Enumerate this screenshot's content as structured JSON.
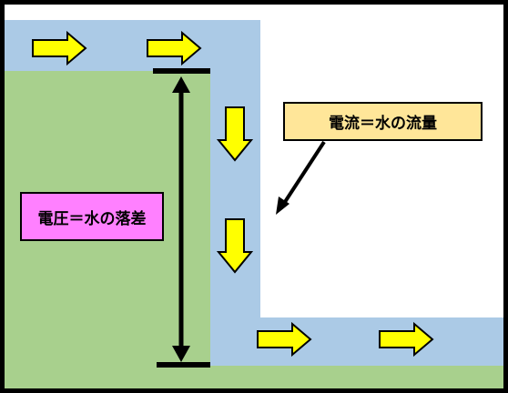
{
  "labels": {
    "voltage": "電圧＝水の落差",
    "current": "電流＝水の流量"
  },
  "colors": {
    "frame": "#000000",
    "water": "#abcae6",
    "ground": "#a8d08d",
    "background": "#ffffff",
    "arrow_fill": "#ffff00",
    "voltage_box": "#ff80ff",
    "current_box": "#ffe699"
  },
  "flow_directions": [
    "right",
    "right",
    "down",
    "down",
    "right",
    "right"
  ]
}
